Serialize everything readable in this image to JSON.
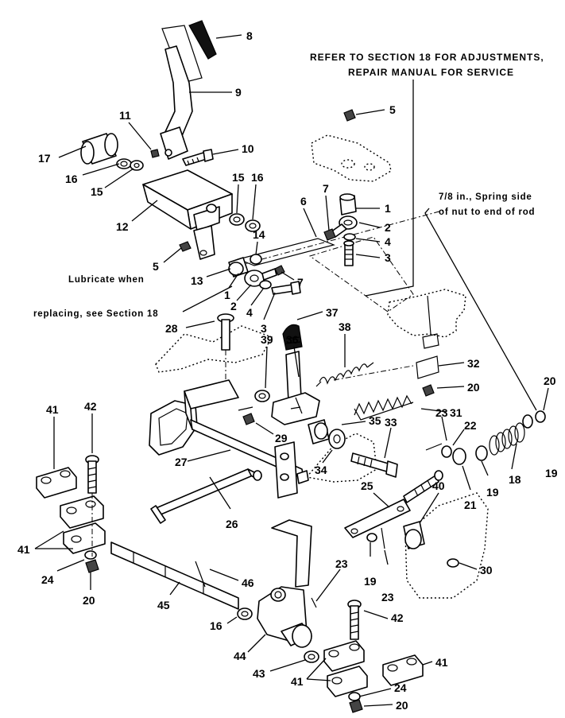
{
  "notes": {
    "refer_line1": "REFER TO SECTION 18 FOR ADJUSTMENTS,",
    "refer_line2": "REPAIR MANUAL FOR SERVICE",
    "spring_line1": "7/8 in., Spring side",
    "spring_line2": "of nut to end of rod",
    "lube_line1": "Lubricate when",
    "lube_line2": "replacing, see Section 18"
  },
  "callouts": [
    {
      "id": "c8",
      "label": "8"
    },
    {
      "id": "c9",
      "label": "9"
    },
    {
      "id": "c11",
      "label": "11"
    },
    {
      "id": "c10",
      "label": "10"
    },
    {
      "id": "c17",
      "label": "17"
    },
    {
      "id": "c16a",
      "label": "16"
    },
    {
      "id": "c15a",
      "label": "15"
    },
    {
      "id": "c12",
      "label": "12"
    },
    {
      "id": "c15b",
      "label": "15"
    },
    {
      "id": "c16b",
      "label": "16"
    },
    {
      "id": "c14",
      "label": "14"
    },
    {
      "id": "c13",
      "label": "13"
    },
    {
      "id": "c5a",
      "label": "5"
    },
    {
      "id": "c1a",
      "label": "1"
    },
    {
      "id": "c2a",
      "label": "2"
    },
    {
      "id": "c4a",
      "label": "4"
    },
    {
      "id": "c3a",
      "label": "3"
    },
    {
      "id": "c7a",
      "label": "7"
    },
    {
      "id": "c6",
      "label": "6"
    },
    {
      "id": "c7b",
      "label": "7"
    },
    {
      "id": "c5b",
      "label": "5"
    },
    {
      "id": "c1b",
      "label": "1"
    },
    {
      "id": "c2b",
      "label": "2"
    },
    {
      "id": "c4b",
      "label": "4"
    },
    {
      "id": "c3b",
      "label": "3"
    },
    {
      "id": "c28",
      "label": "28"
    },
    {
      "id": "c37",
      "label": "37"
    },
    {
      "id": "c38",
      "label": "38"
    },
    {
      "id": "c39",
      "label": "39"
    },
    {
      "id": "c36",
      "label": "36"
    },
    {
      "id": "c32",
      "label": "32"
    },
    {
      "id": "c20a",
      "label": "20"
    },
    {
      "id": "c20b",
      "label": "20"
    },
    {
      "id": "c31",
      "label": "31"
    },
    {
      "id": "c29",
      "label": "29"
    },
    {
      "id": "c35",
      "label": "35"
    },
    {
      "id": "c23a",
      "label": "23"
    },
    {
      "id": "c22",
      "label": "22"
    },
    {
      "id": "c33",
      "label": "33"
    },
    {
      "id": "c34",
      "label": "34"
    },
    {
      "id": "c27",
      "label": "27"
    },
    {
      "id": "c19a",
      "label": "19"
    },
    {
      "id": "c18",
      "label": "18"
    },
    {
      "id": "c19b",
      "label": "19"
    },
    {
      "id": "c21",
      "label": "21"
    },
    {
      "id": "c41a",
      "label": "41"
    },
    {
      "id": "c42a",
      "label": "42"
    },
    {
      "id": "c25",
      "label": "25"
    },
    {
      "id": "c40",
      "label": "40"
    },
    {
      "id": "c26",
      "label": "26"
    },
    {
      "id": "c41b",
      "label": "41"
    },
    {
      "id": "c24a",
      "label": "24"
    },
    {
      "id": "c20c",
      "label": "20"
    },
    {
      "id": "c46",
      "label": "46"
    },
    {
      "id": "c45",
      "label": "45"
    },
    {
      "id": "c19c",
      "label": "19"
    },
    {
      "id": "c23b",
      "label": "23"
    },
    {
      "id": "c23c",
      "label": "23"
    },
    {
      "id": "c30",
      "label": "30"
    },
    {
      "id": "c16c",
      "label": "16"
    },
    {
      "id": "c42b",
      "label": "42"
    },
    {
      "id": "c44",
      "label": "44"
    },
    {
      "id": "c43",
      "label": "43"
    },
    {
      "id": "c41c",
      "label": "41"
    },
    {
      "id": "c41d",
      "label": "41"
    },
    {
      "id": "c24b",
      "label": "24"
    },
    {
      "id": "c20d",
      "label": "20"
    }
  ]
}
